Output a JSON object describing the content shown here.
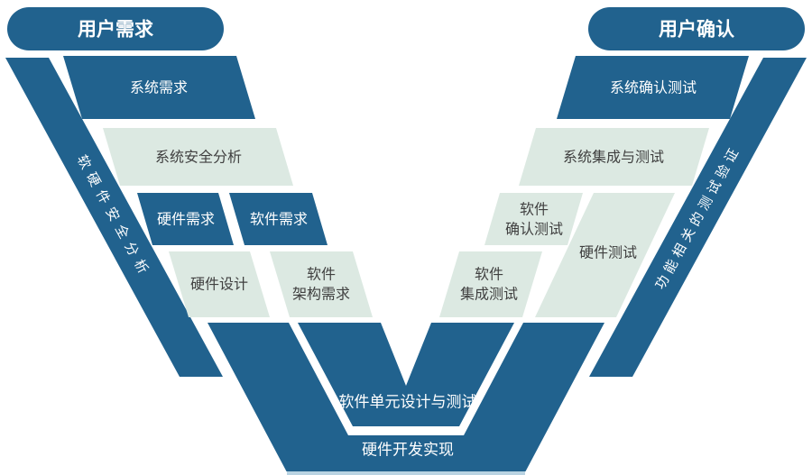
{
  "title": "V-model development diagram",
  "colors": {
    "dark_blue": "#21628e",
    "light_green": "#dce9e2",
    "white": "#ffffff",
    "text_dark": "#404040",
    "pale_strip": "#b9d3e2",
    "background": "#ffffff"
  },
  "pills": {
    "left": "用户需求",
    "right": "用户确认"
  },
  "bands": {
    "left": "软硬件安全分析",
    "right": "功能相关的测试验证"
  },
  "left_arm": {
    "system_req": "系统需求",
    "system_safety": "系统安全分析",
    "hw_req": "硬件需求",
    "sw_req": "软件需求",
    "hw_design": "硬件设计",
    "sw_arch": [
      "软件",
      "架构需求"
    ]
  },
  "right_arm": {
    "system_confirm_test": "系统确认测试",
    "system_integration_test": "系统集成与测试",
    "sw_confirm_test": [
      "软件",
      "确认测试"
    ],
    "hw_test": "硬件测试",
    "sw_integration_test": [
      "软件",
      "集成测试"
    ]
  },
  "bottom": {
    "software": "软件单元设计与测试",
    "hardware": "硬件开发实现"
  }
}
